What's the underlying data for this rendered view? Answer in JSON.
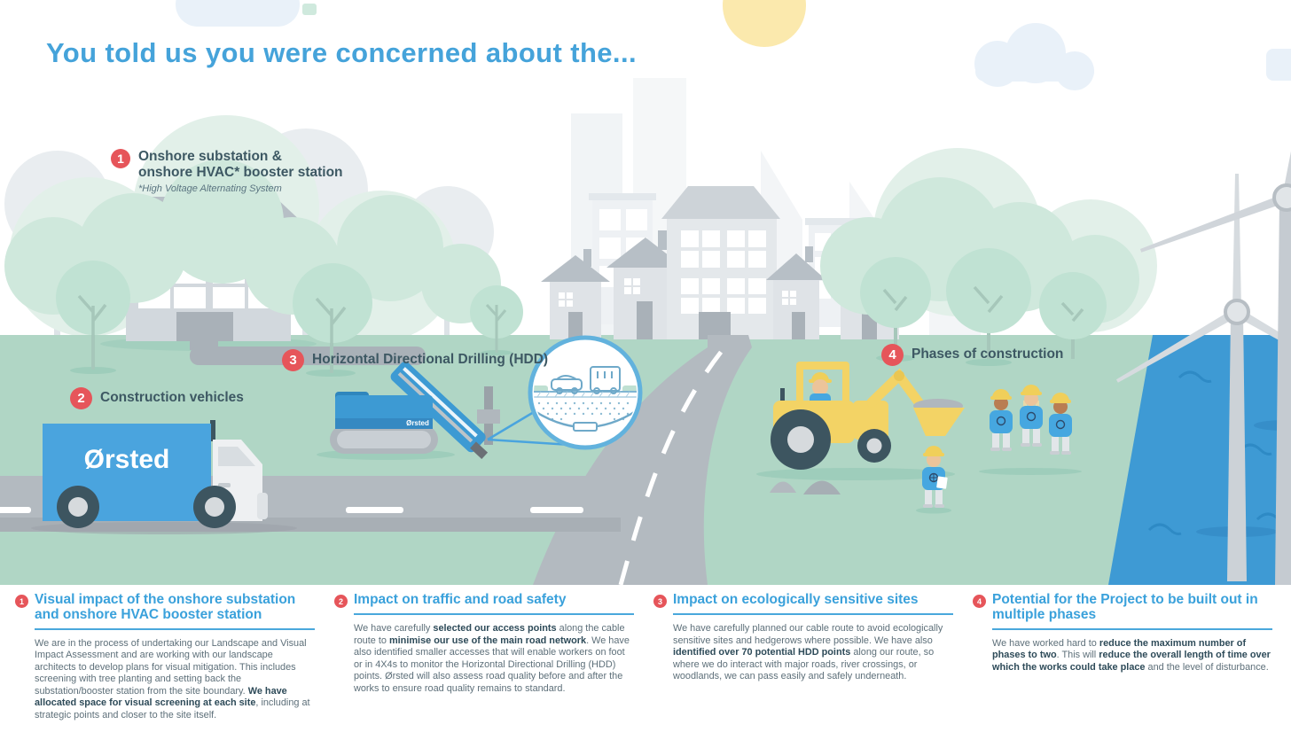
{
  "title": "You told us you were concerned about the...",
  "colors": {
    "accent_blue": "#45a3da",
    "badge_red": "#e6555a",
    "label_dark": "#3d5863",
    "ground_green": "#b0d6c5",
    "water_blue": "#3e9ad4",
    "brand_blue": "#4aa4de"
  },
  "scene": {
    "truck_logo": "Ørsted",
    "rig_logo": "Ørsted",
    "callouts": [
      {
        "num": "1",
        "line1": "Onshore substation &",
        "line2": "onshore HVAC* booster station",
        "note": "*High Voltage Alternating System"
      },
      {
        "num": "2",
        "label": "Construction vehicles"
      },
      {
        "num": "3",
        "label": "Horizontal Directional Drilling (HDD)"
      },
      {
        "num": "4",
        "label": "Phases of construction"
      }
    ]
  },
  "footer": {
    "columns": [
      {
        "num": "1",
        "heading": "Visual impact of the onshore substation and onshore HVAC booster station",
        "segments": [
          {
            "t": "We are in the process of undertaking our Landscape and Visual Impact Assessment and are working with our landscape architects to develop plans for visual mitigation. This includes screening with tree planting and setting back the substation/booster station from the site boundary. ",
            "b": false
          },
          {
            "t": "We have allocated space for visual screening at each site",
            "b": true
          },
          {
            "t": ", including at strategic points and closer to the site itself.",
            "b": false
          }
        ]
      },
      {
        "num": "2",
        "heading": "Impact on traffic and road safety",
        "segments": [
          {
            "t": "We have carefully ",
            "b": false
          },
          {
            "t": "selected our access points",
            "b": true
          },
          {
            "t": " along the cable route to ",
            "b": false
          },
          {
            "t": "minimise our use of the main road network",
            "b": true
          },
          {
            "t": ". We have also identified smaller accesses that will enable workers on foot or in 4X4s to monitor the Horizontal Directional Drilling (HDD) points. Ørsted will also assess road quality before and after the works to ensure road quality remains to standard.",
            "b": false
          }
        ]
      },
      {
        "num": "3",
        "heading": "Impact on ecologically sensitive sites",
        "segments": [
          {
            "t": "We have carefully planned our cable route to avoid ecologically sensitive sites and hedgerows where possible. We have also ",
            "b": false
          },
          {
            "t": "identified over 70 potential HDD points",
            "b": true
          },
          {
            "t": " along our route, so where we do interact with major roads, river crossings, or woodlands, we can pass easily and safely underneath.",
            "b": false
          }
        ]
      },
      {
        "num": "4",
        "heading": "Potential for the Project to be built out in multiple phases",
        "segments": [
          {
            "t": "We have worked hard to ",
            "b": false
          },
          {
            "t": "reduce the maximum number of phases to two",
            "b": true
          },
          {
            "t": ". This will ",
            "b": false
          },
          {
            "t": "reduce the overall length of time over which the works could take place",
            "b": true
          },
          {
            "t": " and the level of disturbance.",
            "b": false
          }
        ]
      }
    ]
  }
}
